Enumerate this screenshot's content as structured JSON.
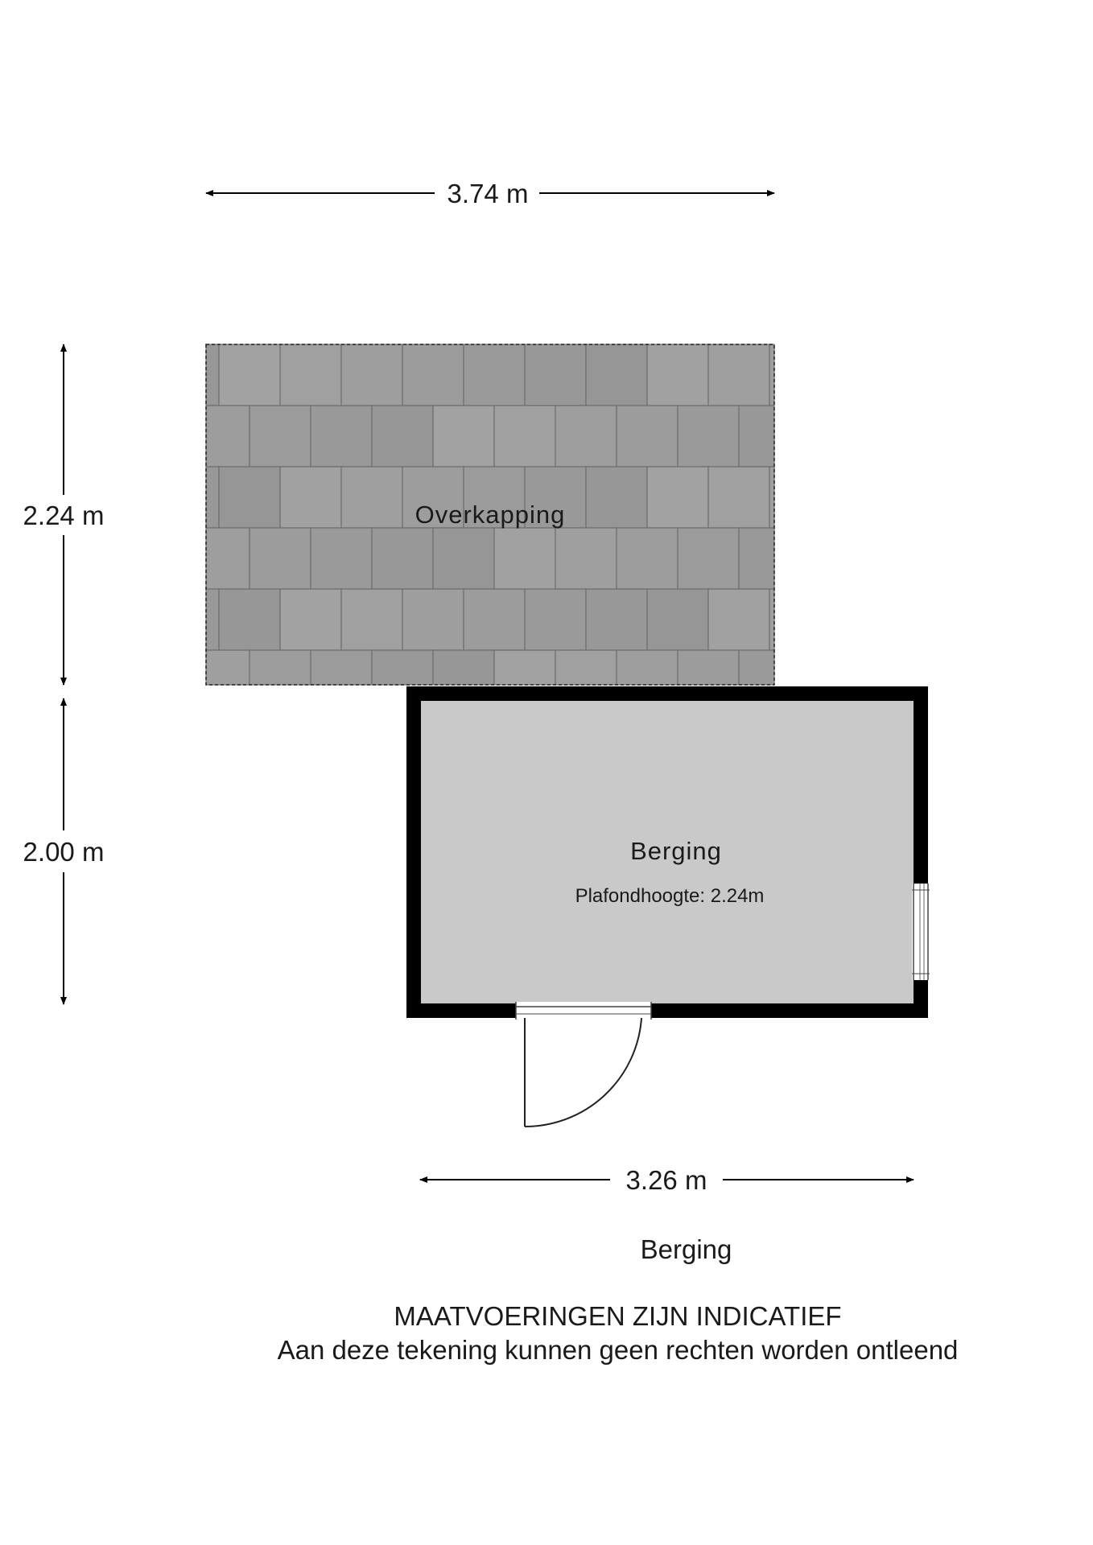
{
  "dimensions": {
    "top_width": "3.74 m",
    "left_upper_height": "2.24 m",
    "left_lower_height": "2.00 m",
    "bottom_width": "3.26 m"
  },
  "rooms": {
    "covered": {
      "name": "Overkapping"
    },
    "storage": {
      "name": "Berging",
      "ceiling_height": "Plafondhoogte: 2.24m"
    }
  },
  "footer": {
    "floor_name": "Berging",
    "disclaimer_title": "MAATVOERINGEN ZIJN INDICATIEF",
    "disclaimer_text": "Aan deze tekening kunnen geen rechten worden ontleend"
  },
  "colors": {
    "tile_fill": "#9a9a9a",
    "tile_joint": "#6e6e6e",
    "room_fill": "#c9c9c9",
    "wall": "#000000"
  }
}
